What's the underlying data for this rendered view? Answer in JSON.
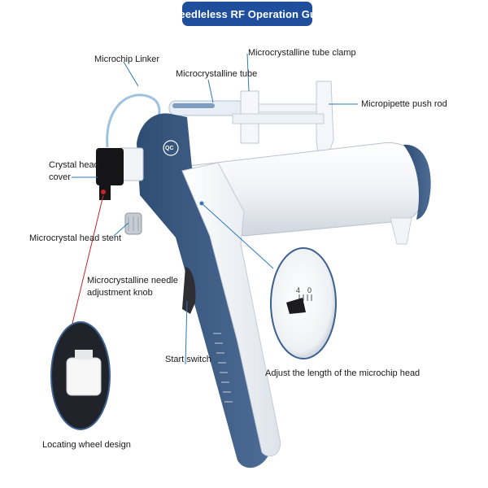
{
  "title": "Needleless RF Operation Gun",
  "labels": {
    "microchip_linker": "Microchip Linker",
    "tube_clamp": "Microcrystalline tube clamp",
    "microcrystalline_tube": "Microcrystalline tube",
    "push_rod": "Micropipette push rod",
    "crystal_head_cover_1": "Crystal head",
    "crystal_head_cover_2": "cover",
    "head_stent": "Microcrystal head stent",
    "knob_1": "Microcrystalline needle",
    "knob_2": "adjustment knob",
    "start_switch": "Start switch",
    "adjust_length": "Adjust the length of the microchip head",
    "locating_wheel": "Locating wheel design"
  },
  "scale_marks": {
    "left": "4",
    "right": "0"
  },
  "brand_mark": "QC",
  "colors": {
    "title_bg": "#1f4f9c",
    "body_white": "#eef2f6",
    "body_blue": "#3c5b84",
    "leader": "#2e7ab8",
    "laser": "#c8242a"
  }
}
